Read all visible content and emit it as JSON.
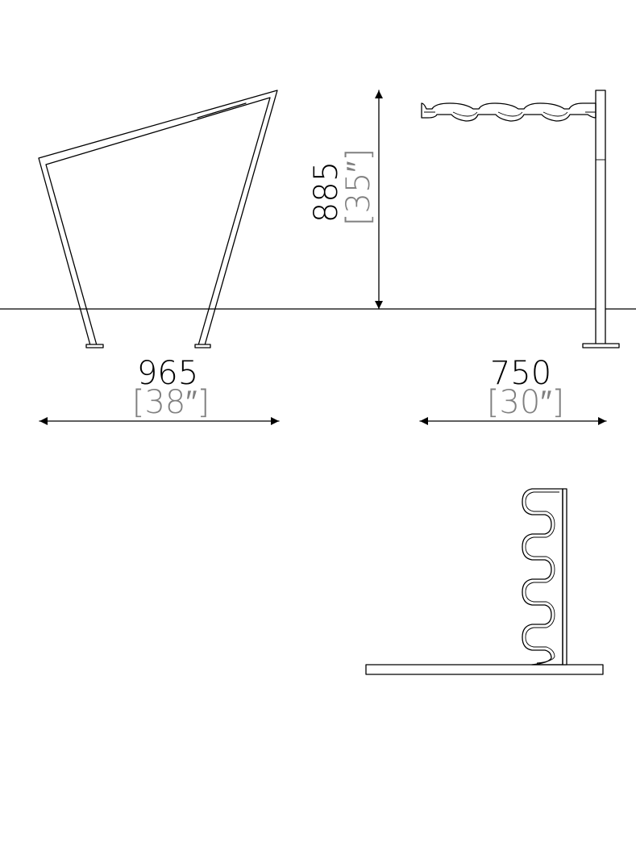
{
  "dimensions": {
    "width": {
      "mm": "965",
      "inch": "[38″]"
    },
    "height": {
      "mm": "885",
      "inch": "[35″]"
    },
    "depth": {
      "mm": "750",
      "inch": "[30″]"
    }
  },
  "colors": {
    "line": "#000000",
    "inch_text": "#808080",
    "background": "#ffffff"
  }
}
